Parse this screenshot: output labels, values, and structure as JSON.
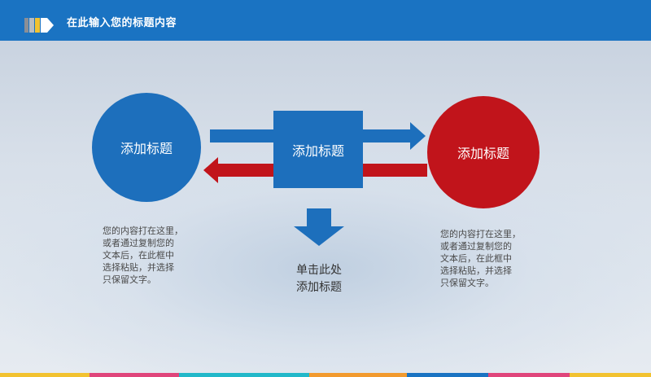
{
  "header": {
    "title": "在此输入您的标题内容"
  },
  "diagram": {
    "left_circle": {
      "label": "添加标题"
    },
    "center_box": {
      "label": "添加标题"
    },
    "right_circle": {
      "label": "添加标题"
    },
    "left_text": "您的内容打在这里，\n或者通过复制您的\n文本后，在此框中\n选择粘贴，并选择\n只保留文字。",
    "right_text": "您的内容打在这里，\n或者通过复制您的\n文本后，在此框中\n选择粘贴，并选择\n只保留文字。",
    "caption": "单击此处\n添加标题"
  },
  "colors": {
    "header_blue": "#1a73c2",
    "shape_blue": "#1d6fbc",
    "shape_red": "#c1141b"
  }
}
